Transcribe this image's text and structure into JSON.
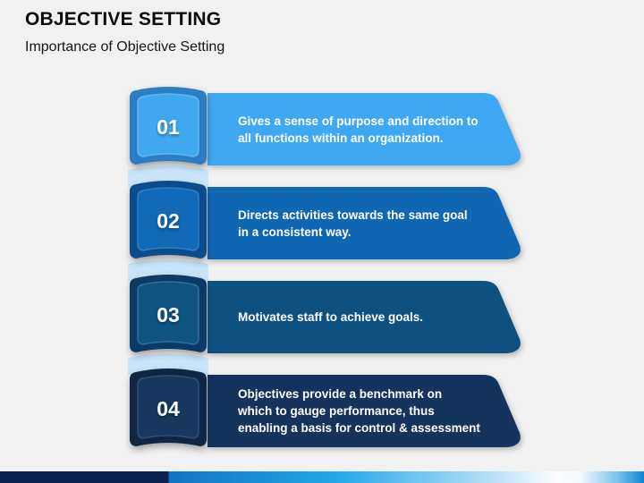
{
  "slide": {
    "title": "OBJECTIVE SETTING",
    "subtitle": "Importance of Objective Setting",
    "background_color": "#F1F1F2",
    "connector_color": "#C9E5F9",
    "items": [
      {
        "number": "01",
        "text": "Gives a sense of purpose and direction to\nall functions within an organization.",
        "ribbon_color": "#3FA8F2",
        "frame_color": "#2C7EC2",
        "panel_color": "#41A8F0",
        "panel_edge_color": "#63B6F4"
      },
      {
        "number": "02",
        "text": "Directs activities towards the same goal\nin a consistent way.",
        "ribbon_color": "#1166B4",
        "frame_color": "#0B4C8C",
        "panel_color": "#1269B8",
        "panel_edge_color": "#2F7FC4"
      },
      {
        "number": "03",
        "text": "Motivates staff to achieve goals.",
        "ribbon_color": "#0E5180",
        "frame_color": "#0B3A64",
        "panel_color": "#0F5382",
        "panel_edge_color": "#2F6F9C"
      },
      {
        "number": "04",
        "text": "Objectives provide a benchmark on\nwhich to gauge performance, thus\nenabling a basis for control & assessment",
        "ribbon_color": "#14345E",
        "frame_color": "#0F2645",
        "panel_color": "#17395F",
        "panel_edge_color": "#2F517B"
      }
    ],
    "bottom_bar_colors": {
      "navy": "#0D2150",
      "blue": "#1173C4",
      "bright_blue": "#22A7EA",
      "light": "#FDFEFF",
      "right_blue": "#0C86D4"
    }
  }
}
